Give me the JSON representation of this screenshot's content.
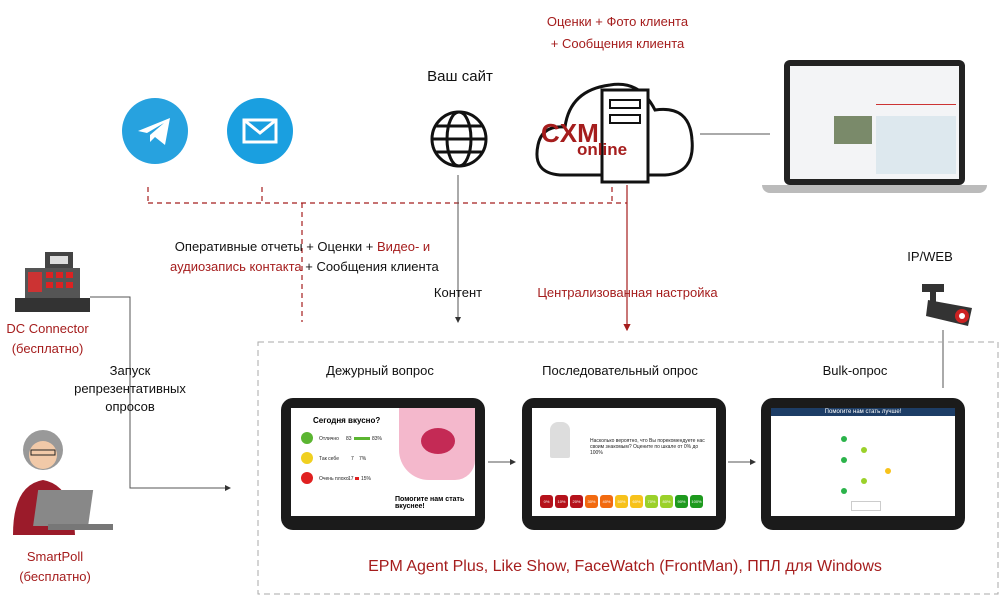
{
  "top_cloud": {
    "line1": "Оценки + Фото клиента",
    "line2": "+ Сообщения клиента"
  },
  "site": {
    "label": "Ваш сайт"
  },
  "logo": {
    "line1": "CXM",
    "line2": "online"
  },
  "reports": {
    "part1": "Оперативные отчеты + Оценки + ",
    "part2": "Видео- и",
    "part3": "аудиозапись контакта",
    "part4": " + Сообщения клиента"
  },
  "content_label": "Контент",
  "central_label": "Централизованная настройка",
  "ipweb": "IP/WEB",
  "dc": {
    "name": "DC Connector",
    "note": "(бесплатно)"
  },
  "launch": {
    "line1": "Запуск",
    "line2": "репрезентативных",
    "line3": "опросов"
  },
  "smartpoll": {
    "name": "SmartPoll",
    "note": "(бесплатно)"
  },
  "modes": {
    "duty": "Дежурный вопрос",
    "sequential": "Последовательный опрос",
    "bulk": "Bulk-опрос"
  },
  "footer": "EPM Agent Plus, Like Show, FaceWatch (FrontMan), ППЛ для Windows",
  "tablet1": {
    "title": "Сегодня вкусно?",
    "rows": [
      {
        "label": "Отлично",
        "count": "83",
        "pct": "83%"
      },
      {
        "label": "Так себе",
        "count": "7",
        "pct": "7%"
      },
      {
        "label": "Очень плохо",
        "count": "17",
        "pct": "15%"
      }
    ],
    "slogan": "Помогите нам стать вкуснее!"
  },
  "tablet2": {
    "question": "Насколько вероятно, что Вы порекомендуете нас своим знакомым? Оцените по шкале от 0% до 100%",
    "scale": [
      "0%",
      "10%",
      "20%",
      "30%",
      "40%",
      "50%",
      "60%",
      "70%",
      "80%",
      "90%",
      "100%"
    ],
    "colors": [
      "#b5121b",
      "#b5121b",
      "#b5121b",
      "#f26a10",
      "#f26a10",
      "#f7c21b",
      "#f7c21b",
      "#9bd12a",
      "#9bd12a",
      "#1e9a1e",
      "#1e9a1e"
    ]
  },
  "tablet3": {
    "title": "Помогите нам стать лучше!"
  }
}
